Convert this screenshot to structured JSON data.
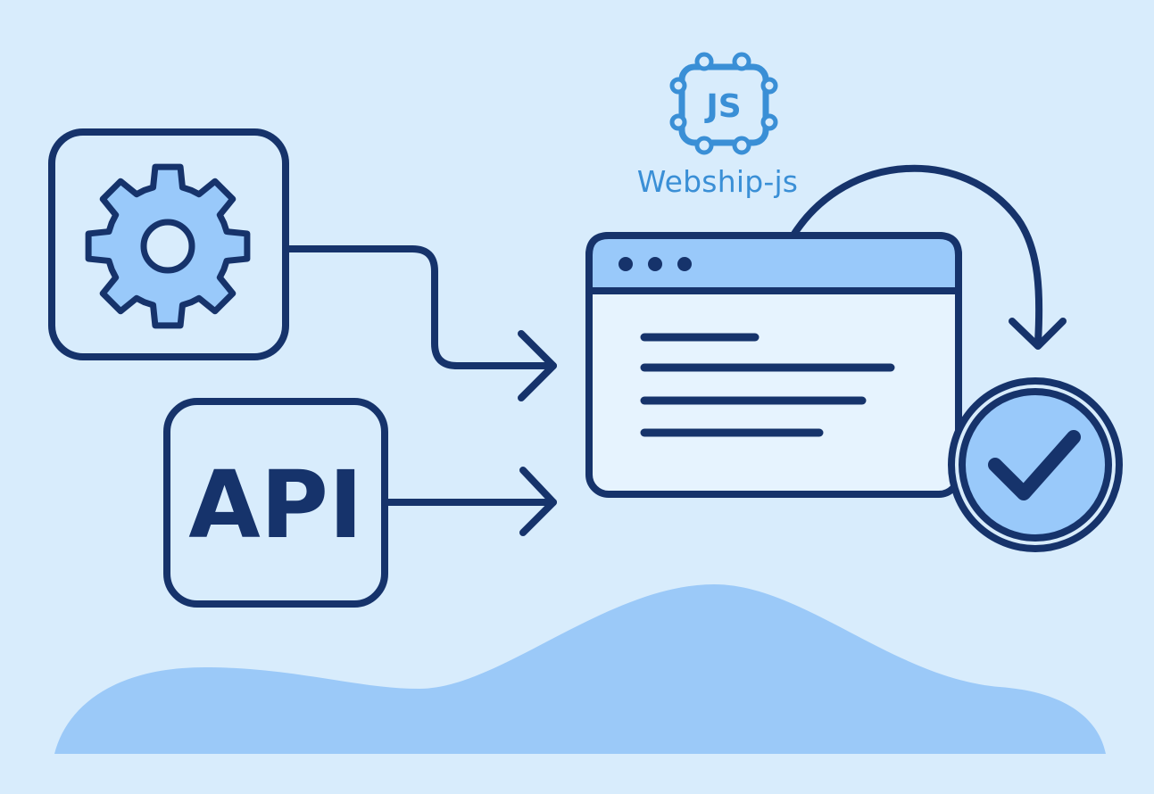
{
  "colors": {
    "background": "#d8ecfc",
    "navy": "#16336b",
    "light_blue": "#99c9fa",
    "window_body": "#e6f3fe",
    "logo_blue": "#3a8fd6",
    "wave": "#9bc9f8"
  },
  "logo": {
    "badge_text": "JS",
    "name": "Webship-js",
    "icon": "chip-icon"
  },
  "api_box": {
    "label": "API"
  },
  "icons": {
    "gear": "gear-icon",
    "check": "check-circle-icon",
    "window": "browser-window-icon"
  }
}
